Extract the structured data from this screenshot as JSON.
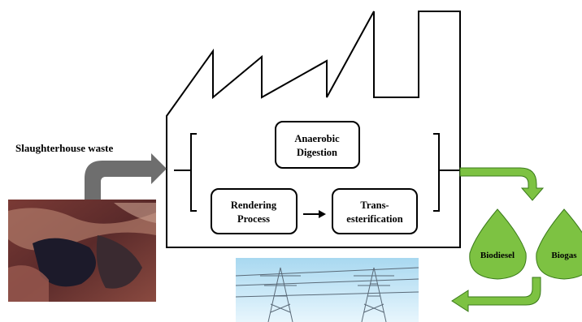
{
  "input_label": "Slaughterhouse waste",
  "processes": {
    "anaerobic": [
      "Anaerobic",
      "Digestion"
    ],
    "rendering": [
      "Rendering",
      "Process"
    ],
    "transesterification": [
      "Trans-",
      "esterification"
    ]
  },
  "products": {
    "biodiesel": "Biodiesel",
    "biogas": "Biogas"
  },
  "colors": {
    "gray_arrow": "#6e6e6e",
    "green": "#7dc242",
    "green_stroke": "#3a7a1a",
    "sky": "#bfe3f5"
  },
  "icons": {
    "waste_photo": "slaughterhouse-waste-photo",
    "power_lines": "power-transmission-towers-photo"
  }
}
